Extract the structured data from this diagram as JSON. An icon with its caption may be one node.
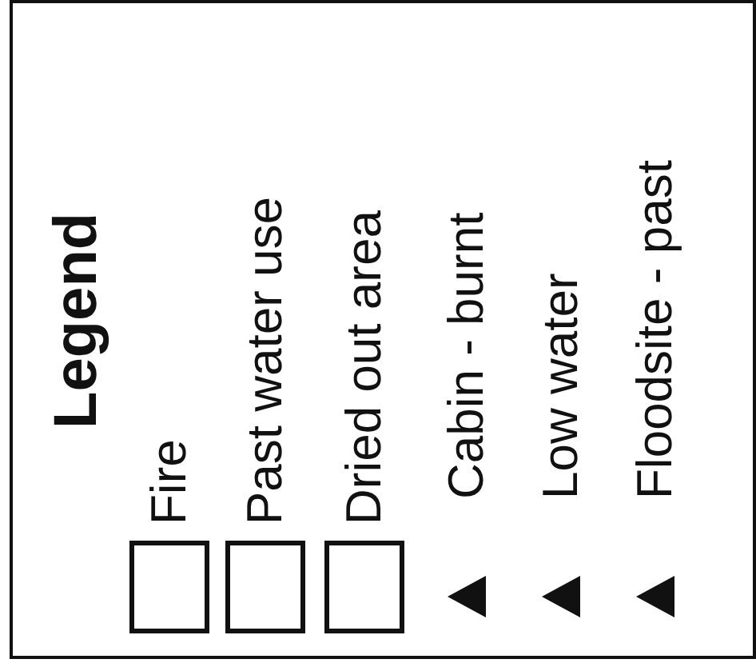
{
  "diagram": {
    "title": "Legend",
    "legend": [
      {
        "text": "Fire"
      },
      {
        "text": "Past water use"
      },
      {
        "text": "Dried out area"
      },
      {
        "text": "Cabin - burnt"
      },
      {
        "text": "Low water"
      },
      {
        "text": "Floodsite - past"
      }
    ]
  }
}
